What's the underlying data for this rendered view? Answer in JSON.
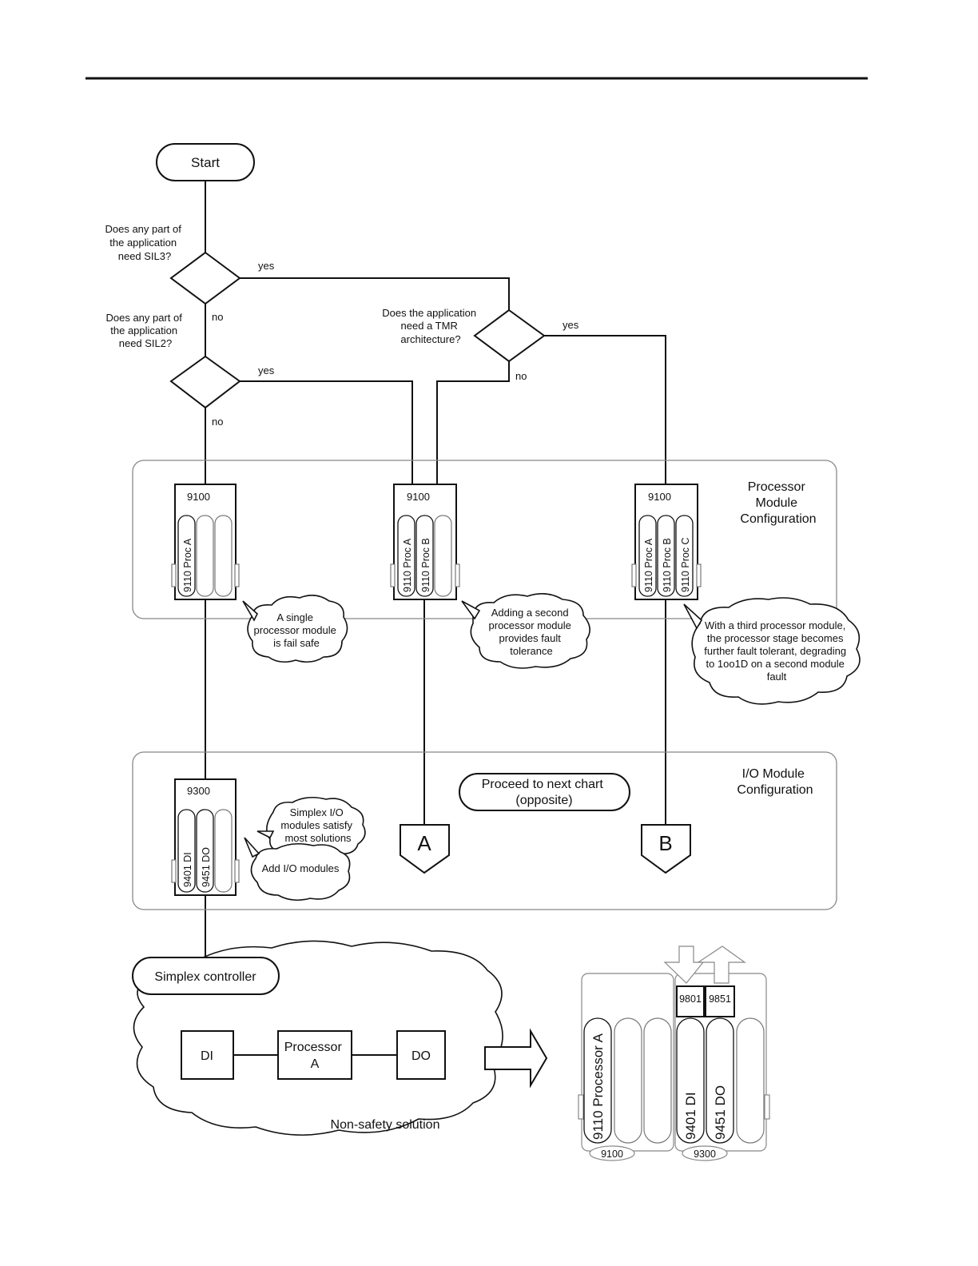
{
  "start_label": "Start",
  "decisions": {
    "sil3": {
      "line1": "Does any part of",
      "line2": "the application",
      "line3": "need SIL3?"
    },
    "sil2": {
      "line1": "Does any part of",
      "line2": "the application",
      "line3": "need SIL2?"
    },
    "tmr": {
      "line1": "Does the application",
      "line2": "need a TMR",
      "line3": "architecture?"
    }
  },
  "edge_labels": {
    "sil3_yes": "yes",
    "sil3_no": "no",
    "sil2_yes": "yes",
    "sil2_no": "no",
    "tmr_yes": "yes",
    "tmr_no": "no"
  },
  "processor_section": {
    "line1": "Processor",
    "line2": "Module",
    "line3": "Configuration"
  },
  "io_section": {
    "line1": "I/O Module",
    "line2": "Configuration"
  },
  "base_labels": {
    "b9100_1": "9100",
    "b9100_2": "9100",
    "b9100_3": "9100",
    "b9300": "9300"
  },
  "modules": {
    "single_proc_a": "9110 Proc A",
    "dual_proc_a": "9110 Proc A",
    "dual_proc_b": "9110 Proc B",
    "tmr_proc_a": "9110 Proc A",
    "tmr_proc_b": "9110 Proc B",
    "tmr_proc_c": "9110 Proc C",
    "io_di": "9401 DI",
    "io_do": "9451 DO"
  },
  "callouts": {
    "single": {
      "line1": "A single",
      "line2": "processor module",
      "line3": "is fail safe"
    },
    "dual": {
      "line1": "Adding a second",
      "line2": "processor module",
      "line3": "provides fault",
      "line4": "tolerance"
    },
    "triple": {
      "line1": "With a third processor module,",
      "line2": "the processor stage becomes",
      "line3": "further fault tolerant, degrading",
      "line4": "to 1oo1D on a second module",
      "line5": "fault"
    },
    "simplex_io": {
      "line1": "Simplex I/O",
      "line2": "modules satisfy",
      "line3": "most solutions"
    },
    "add_io": "Add I/O modules"
  },
  "proceed": {
    "line1": "Proceed to next chart",
    "line2": "(opposite)"
  },
  "connectors": {
    "a": "A",
    "b": "B"
  },
  "simplex_controller": "Simplex controller",
  "non_safety": {
    "di": "DI",
    "processor_line1": "Processor",
    "processor_line2": "A",
    "do": "DO",
    "caption": "Non-safety solution"
  },
  "assembly": {
    "processor_module": "9110 Processor A",
    "di_module": "9401 DI",
    "do_module": "9451 DO",
    "term_9801": "9801",
    "term_9851": "9851",
    "base_9100": "9100",
    "base_9300": "9300"
  }
}
